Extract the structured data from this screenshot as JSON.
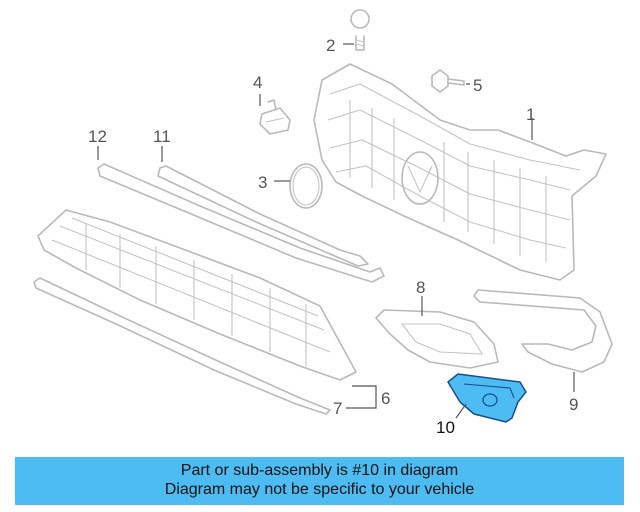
{
  "diagram": {
    "callouts": {
      "c1": "1",
      "c2": "2",
      "c3": "3",
      "c4": "4",
      "c5": "5",
      "c6": "6",
      "c7": "7",
      "c8": "8",
      "c9": "9",
      "c10": "10",
      "c11": "11",
      "c12": "12"
    },
    "highlighted_part": "10",
    "highlight_color": "#4cbcf2"
  },
  "banner": {
    "line1": "Part or sub-assembly is #10 in diagram",
    "line2": "Diagram may not be specific to your vehicle",
    "background": "#4cbcf2"
  }
}
